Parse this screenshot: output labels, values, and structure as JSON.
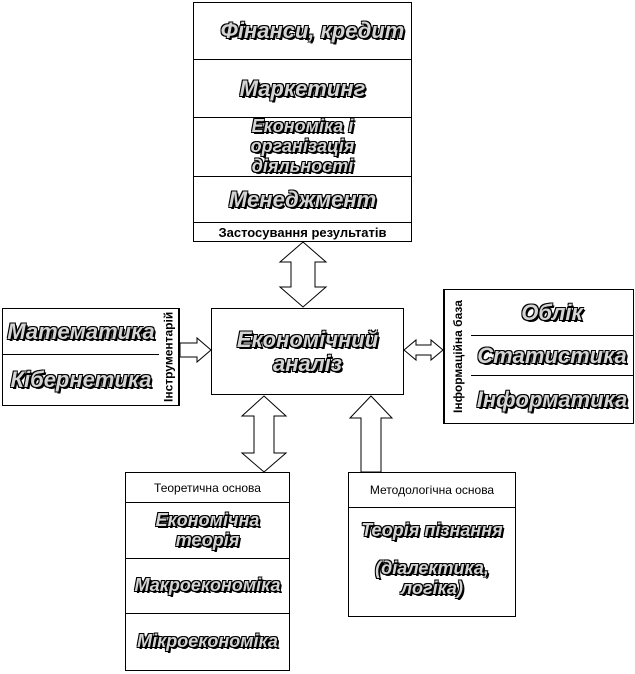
{
  "top_stack": {
    "items": [
      "Фінанси, кредит",
      "Маркетинг",
      "Економіка і організація діяльності",
      "Менеджмент"
    ],
    "footer": "Застосування результатів"
  },
  "center": {
    "label": "Економічний аналіз"
  },
  "left_stack": {
    "items": [
      "Математика",
      "Кібернетика"
    ],
    "side_label": "Інструментарій"
  },
  "right_stack": {
    "items": [
      "Облік",
      "Статистика",
      "Інформатика"
    ],
    "side_label": "Інформаційна база"
  },
  "bottom_left": {
    "header": "Теоретична основа",
    "items": [
      "Економічна теорія",
      "Макроекономіка",
      "Мікроекономіка"
    ]
  },
  "bottom_right": {
    "header": "Методологічна основа",
    "items": [
      "Теорія пізнання",
      "(діалектика, логіка)"
    ]
  }
}
